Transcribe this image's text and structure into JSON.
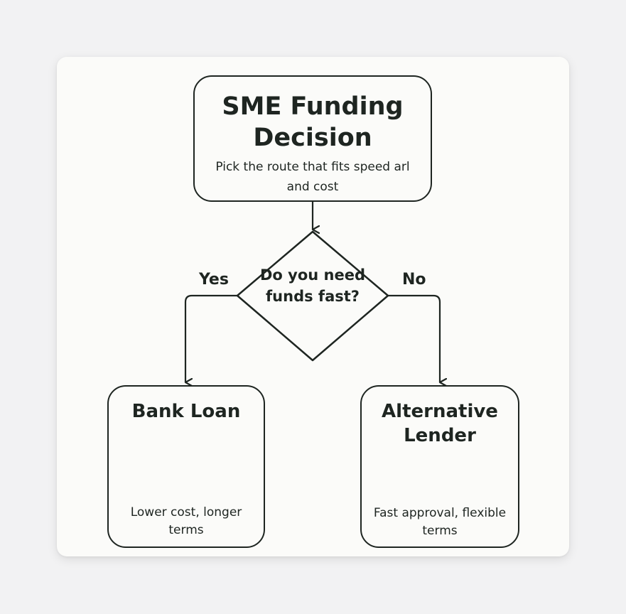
{
  "start": {
    "title": "SME Funding Decision",
    "subtitle": "Pick the route that fits speed arl and cost"
  },
  "decision": {
    "question": "Do you need funds fast?"
  },
  "branches": {
    "yes_label": "Yes",
    "no_label": "No"
  },
  "options": {
    "bank": {
      "title": "Bank Loan",
      "description": "Lower cost, longer terms",
      "icon": "bank-building-icon"
    },
    "alternative": {
      "title": "Alternative Lender",
      "description": "Fast approval, flexible terms",
      "icon": "laptop-euro-icon",
      "icon_symbol": "€"
    }
  },
  "colors": {
    "stroke": "#1e2521",
    "icon_fill": "#d6f0b9",
    "card_background": "#fbfbf9",
    "page_background": "#f2f2f3"
  }
}
